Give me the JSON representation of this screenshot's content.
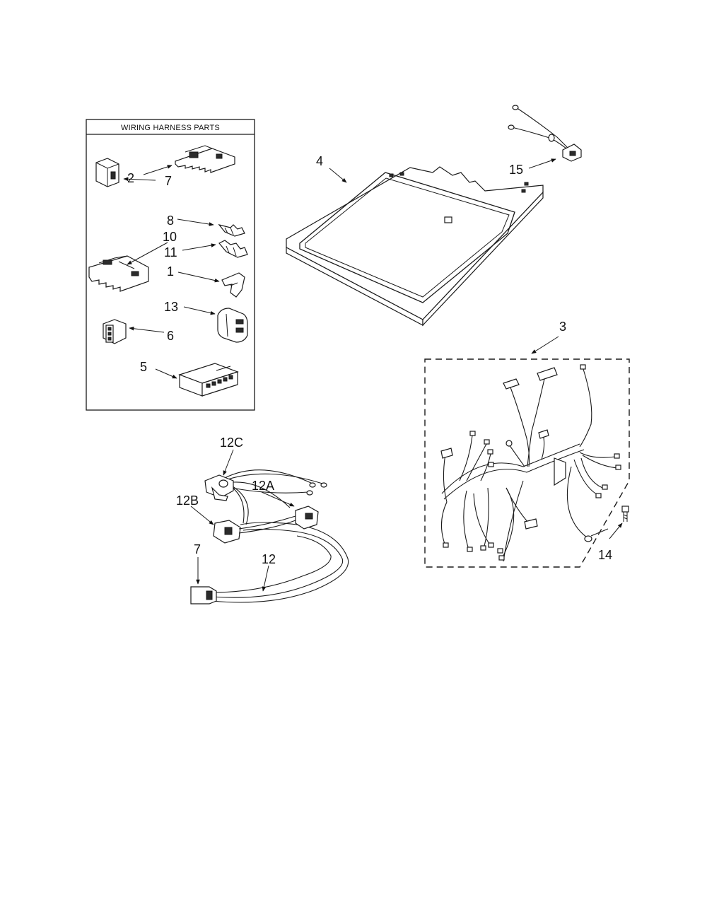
{
  "diagram": {
    "box_title": "WIRING HARNESS PARTS",
    "callouts": {
      "c1": "1",
      "c2": "2",
      "c3": "3",
      "c4": "4",
      "c5": "5",
      "c6": "6",
      "c7_box": "7",
      "c7_harness": "7",
      "c8": "8",
      "c10": "10",
      "c11": "11",
      "c12": "12",
      "c12A": "12A",
      "c12B": "12B",
      "c12C": "12C",
      "c13": "13",
      "c14": "14",
      "c15": "15"
    }
  }
}
